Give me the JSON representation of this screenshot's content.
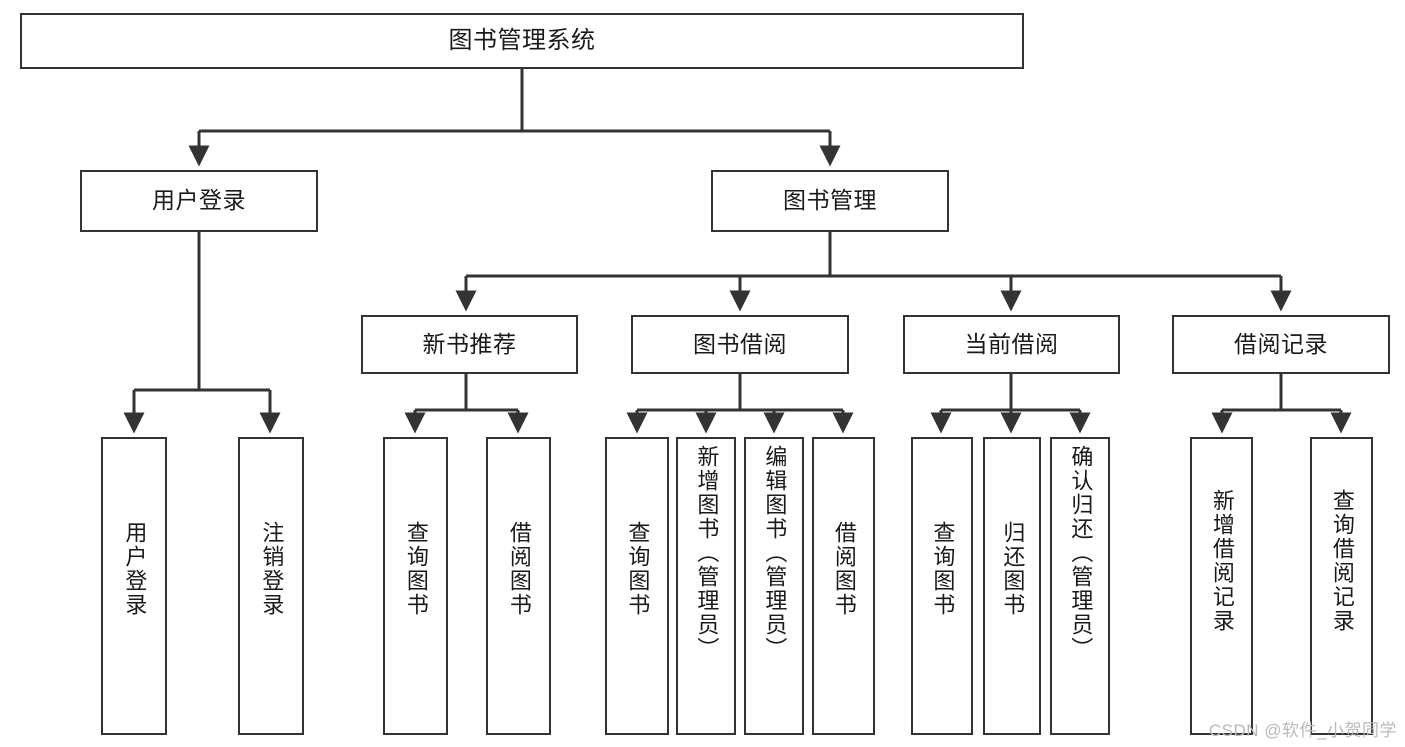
{
  "diagram": {
    "title": "图书管理系统",
    "type": "tree-hierarchy-diagram",
    "watermark": "CSDN @软件_小贺同学",
    "colors": {
      "box_border": "#333333",
      "box_fill": "#ffffff",
      "connector": "#333333",
      "text": "#1a1a1a",
      "watermark": "#b9b9b9"
    },
    "nodes": {
      "root": {
        "label": "图书管理系统"
      },
      "level2": [
        {
          "id": "user-login",
          "label": "用户登录"
        },
        {
          "id": "book-manage",
          "label": "图书管理"
        }
      ],
      "level3": [
        {
          "id": "new-book-recommend",
          "label": "新书推荐"
        },
        {
          "id": "book-borrow",
          "label": "图书借阅"
        },
        {
          "id": "current-borrow",
          "label": "当前借阅"
        },
        {
          "id": "borrow-record",
          "label": "借阅记录"
        }
      ],
      "leaves": {
        "user-login": [
          {
            "id": "leaf-user-login",
            "label": "用户登录"
          },
          {
            "id": "leaf-logout-login",
            "label": "注销登录"
          }
        ],
        "new-book-recommend": [
          {
            "id": "leaf-query-book-1",
            "label": "查询图书"
          },
          {
            "id": "leaf-borrow-book-1",
            "label": "借阅图书"
          }
        ],
        "book-borrow": [
          {
            "id": "leaf-query-book-2",
            "label": "查询图书"
          },
          {
            "id": "leaf-add-book",
            "label": "新增图书（管理员）"
          },
          {
            "id": "leaf-edit-book",
            "label": "编辑图书（管理员）"
          },
          {
            "id": "leaf-borrow-book-2",
            "label": "借阅图书"
          }
        ],
        "current-borrow": [
          {
            "id": "leaf-query-book-3",
            "label": "查询图书"
          },
          {
            "id": "leaf-return-book",
            "label": "归还图书"
          },
          {
            "id": "leaf-confirm-return",
            "label": "确认归还（管理员）"
          }
        ],
        "borrow-record": [
          {
            "id": "leaf-add-record",
            "label": "新增借阅记录"
          },
          {
            "id": "leaf-query-record",
            "label": "查询借阅记录"
          }
        ]
      }
    }
  }
}
